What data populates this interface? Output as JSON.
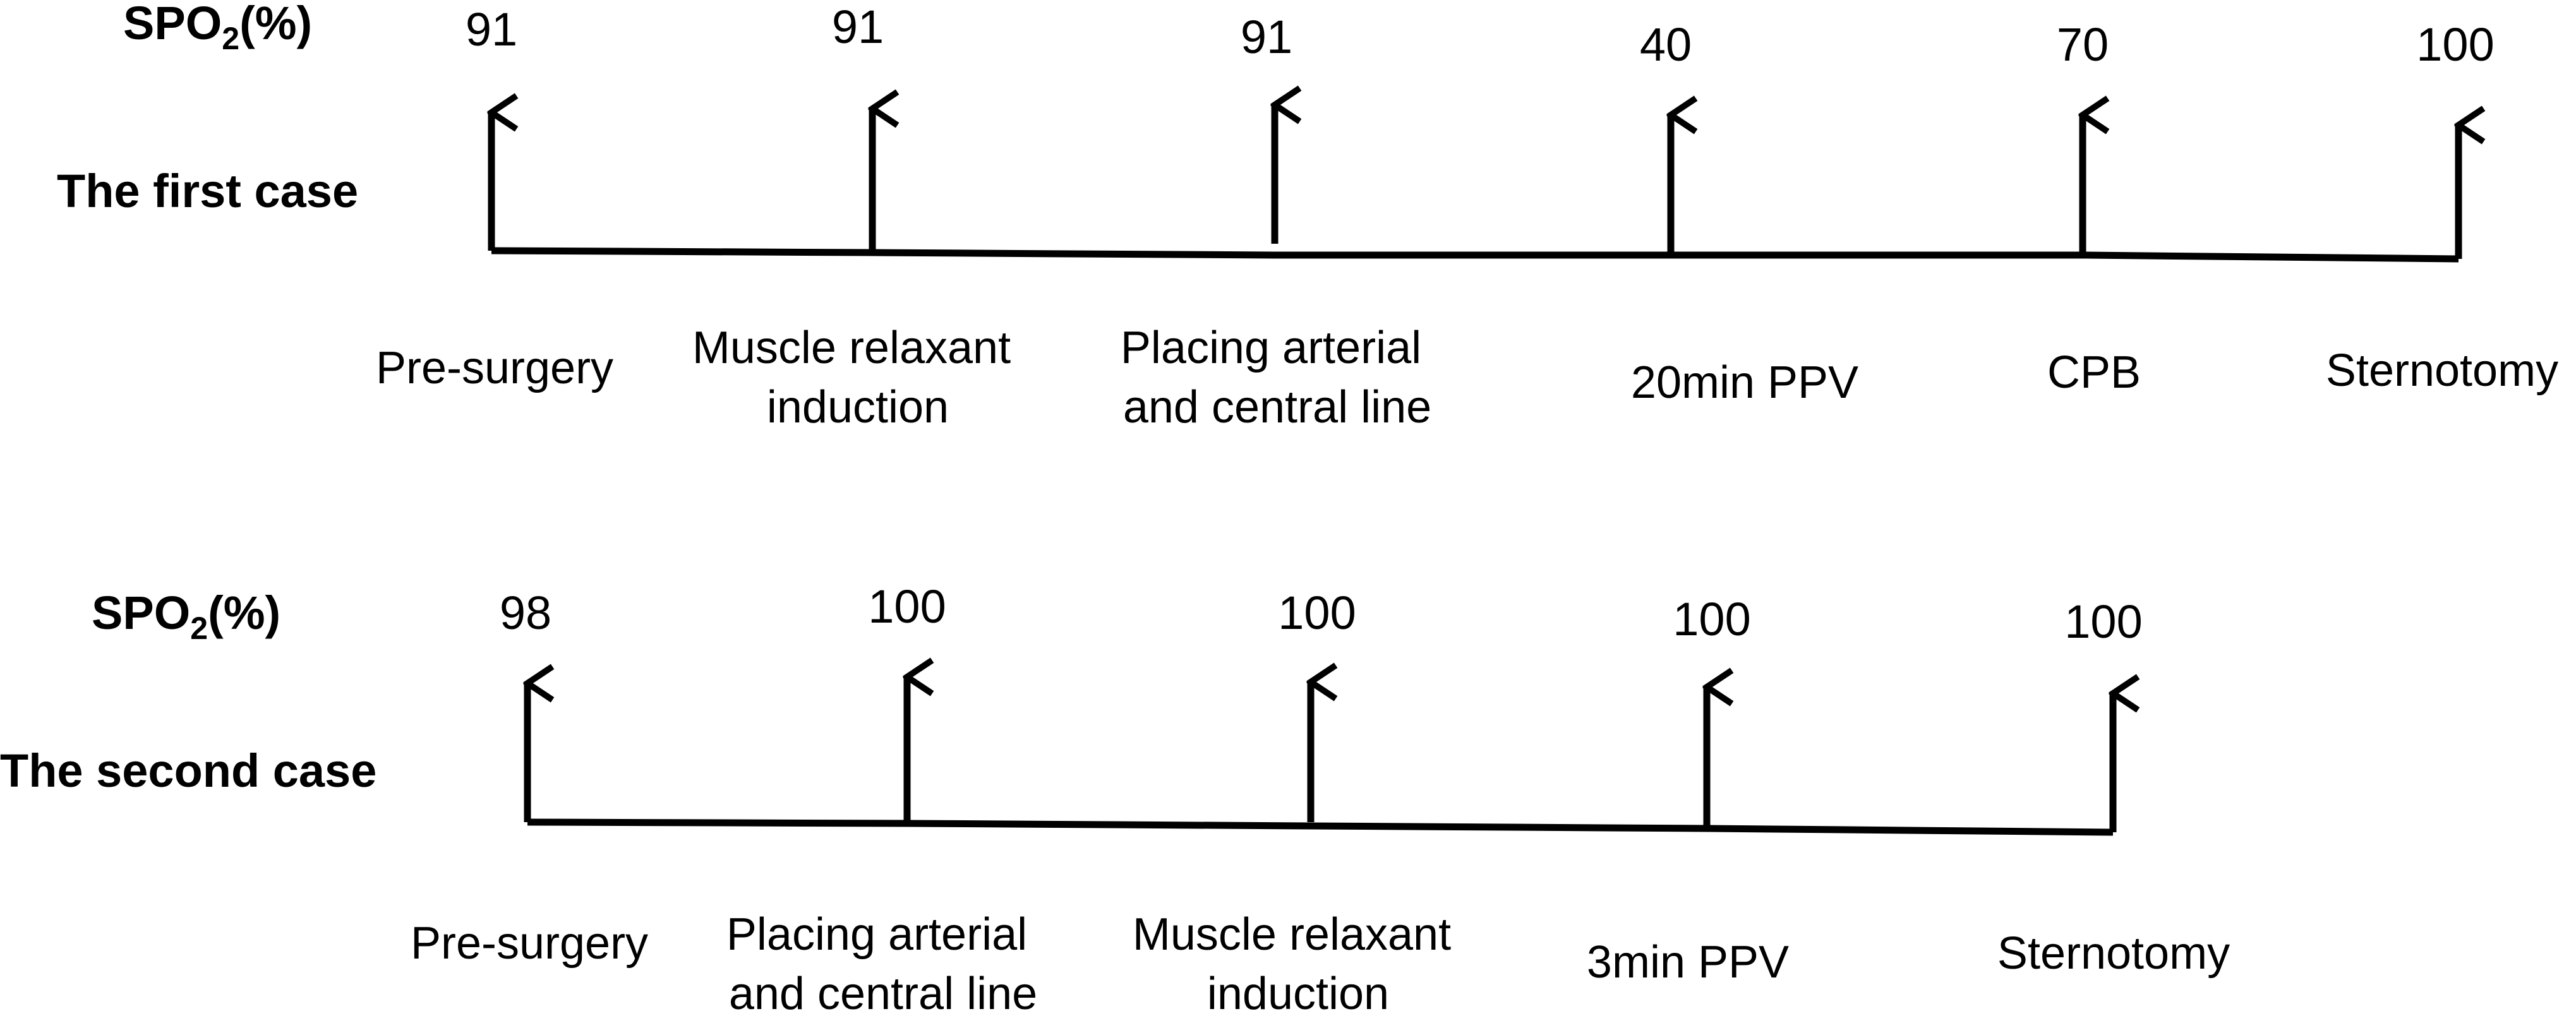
{
  "spo2_label": {
    "main": "SPO",
    "subscript": "2",
    "suffix": "(%)"
  },
  "cases": [
    {
      "title": "The first case",
      "stages": [
        {
          "spo2": "91",
          "lines": [
            "Pre-surgery"
          ]
        },
        {
          "spo2": "91",
          "lines": [
            "Muscle relaxant",
            "induction"
          ]
        },
        {
          "spo2": "91",
          "lines": [
            "Placing arterial",
            "and central line"
          ]
        },
        {
          "spo2": "40",
          "lines": [
            "20min PPV"
          ]
        },
        {
          "spo2": "70",
          "lines": [
            "CPB"
          ]
        },
        {
          "spo2": "100",
          "lines": [
            "Sternotomy"
          ]
        }
      ]
    },
    {
      "title": "The second case",
      "stages": [
        {
          "spo2": "98",
          "lines": [
            "Pre-surgery"
          ]
        },
        {
          "spo2": "100",
          "lines": [
            "Placing arterial",
            "and central line"
          ]
        },
        {
          "spo2": "100",
          "lines": [
            "Muscle relaxant",
            "induction"
          ]
        },
        {
          "spo2": "100",
          "lines": [
            "3min PPV"
          ]
        },
        {
          "spo2": "100",
          "lines": [
            "Sternotomy"
          ]
        }
      ]
    }
  ]
}
